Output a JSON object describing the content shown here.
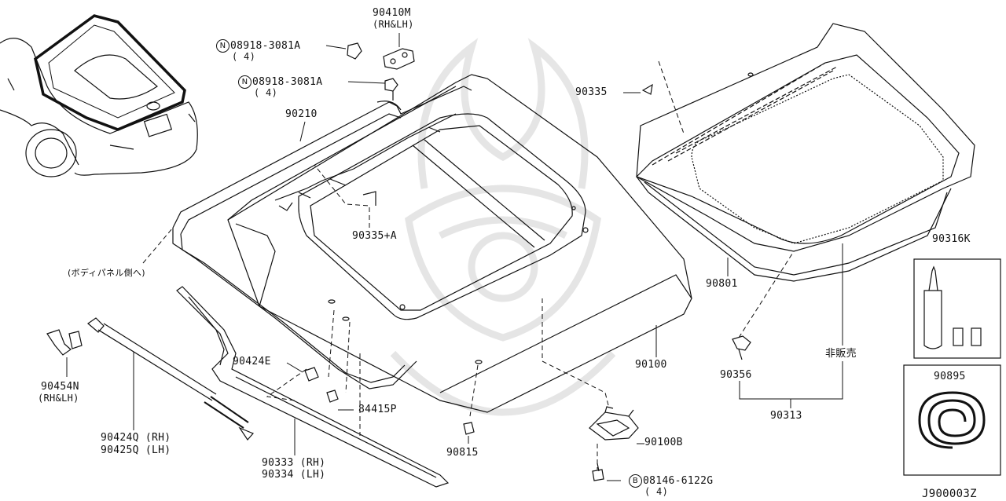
{
  "diagram_code": "J900003Z",
  "labels": {
    "hinge_part": "90410M",
    "hinge_side": "(RH&LH)",
    "nut1_prefix": "N",
    "nut1_part": "08918-3081A",
    "nut1_qty": "( 4)",
    "nut2_prefix": "N",
    "nut2_part": "08918-3081A",
    "nut2_qty": "( 4)",
    "seal": "90210",
    "clip_top": "90335",
    "clip_a": "90335+A",
    "body_note": "(ボディパネル側へ)",
    "stud": "90454N",
    "stud_side": "(RH&LH)",
    "strut_rh": "90424Q (RH)",
    "strut_lh": "90425Q (LH)",
    "bracket_e": "90424E",
    "bumper": "84415P",
    "spoiler_rh": "90333 (RH)",
    "spoiler_lh": "90334 (LH)",
    "clip_bottom": "90815",
    "lock": "90100B",
    "bolt_prefix": "B",
    "bolt_part": "08146-6122G",
    "bolt_qty": "( 4)",
    "hatch": "90100",
    "glass_seal": "90801",
    "glass_clip": "90356",
    "not_sold": "非販売",
    "glass_assy": "90313",
    "adhesive": "90316K",
    "tape": "90895"
  }
}
